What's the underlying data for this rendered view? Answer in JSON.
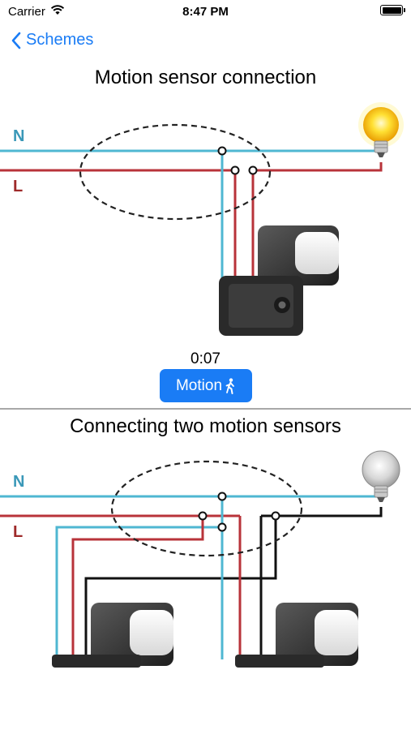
{
  "status_bar": {
    "carrier": "Carrier",
    "time": "8:47 PM"
  },
  "nav": {
    "back_label": "Schemes"
  },
  "scheme1": {
    "title": "Motion sensor connection",
    "label_n": "N",
    "label_l": "L",
    "timer": "0:07",
    "button_label": "Motion"
  },
  "scheme2": {
    "title": "Connecting two motion sensors",
    "label_n": "N",
    "label_l": "L"
  },
  "colors": {
    "accent": "#1a7cf5",
    "neutral_wire": "#4fb7d2",
    "live_wire": "#b8333a",
    "load_wire": "#111111",
    "divider": "#a8a8a8"
  },
  "icons": [
    "chevron-left-icon",
    "wifi-icon",
    "battery-icon",
    "bulb-on-icon",
    "bulb-off-icon",
    "motion-sensor-icon",
    "walking-person-icon"
  ]
}
